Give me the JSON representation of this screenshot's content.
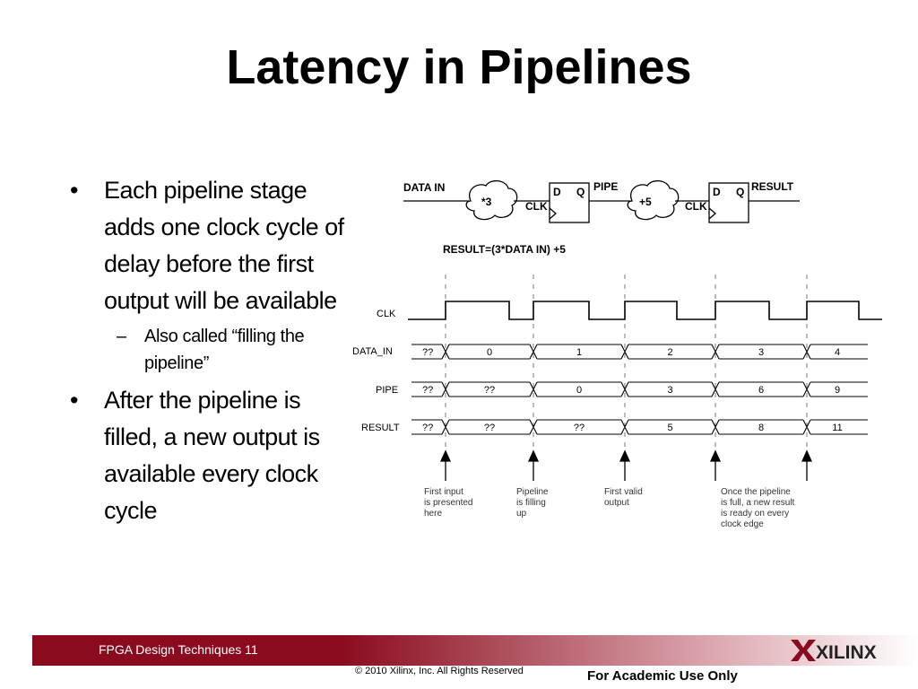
{
  "slide": {
    "title": "Latency in Pipelines",
    "bullets": [
      {
        "text": "Each pipeline stage adds one clock cycle of delay before the first output will be available"
      },
      {
        "text": "Also called “filling the pipeline”"
      },
      {
        "text": "After the pipeline is filled, a new output is available every clock cycle"
      }
    ]
  },
  "diagram": {
    "block": {
      "data_in": "DATA IN",
      "mult": "*3",
      "add": "+5",
      "clk1": "CLK",
      "clk2": "CLK",
      "d1": "D",
      "q1": "Q",
      "d2": "D",
      "q2": "Q",
      "pipe": "PIPE",
      "result": "RESULT",
      "equation": "RESULT=(3*DATA IN) +5"
    },
    "timing": {
      "signals": [
        "CLK",
        "DATA_IN",
        "PIPE",
        "RESULT"
      ],
      "data_in_values": [
        "??",
        "0",
        "1",
        "2",
        "3",
        "4"
      ],
      "pipe_values": [
        "??",
        "??",
        "0",
        "3",
        "6",
        "9"
      ],
      "result_values": [
        "??",
        "??",
        "??",
        "5",
        "8",
        "11"
      ]
    },
    "annotations": [
      [
        "First input",
        "is presented",
        "here"
      ],
      [
        "Pipeline",
        "is filling",
        "up"
      ],
      [
        "First valid",
        "output"
      ],
      [
        "Once the pipeline",
        "is full, a new result",
        "is ready on every",
        "clock edge"
      ]
    ]
  },
  "footer": {
    "label": "FPGA Design Techniques  11",
    "copyright": "© 2010 Xilinx, Inc. All Rights Reserved",
    "academic": "For Academic Use Only",
    "logo_text": "XILINX",
    "bar_color": "#8a0b1e"
  }
}
